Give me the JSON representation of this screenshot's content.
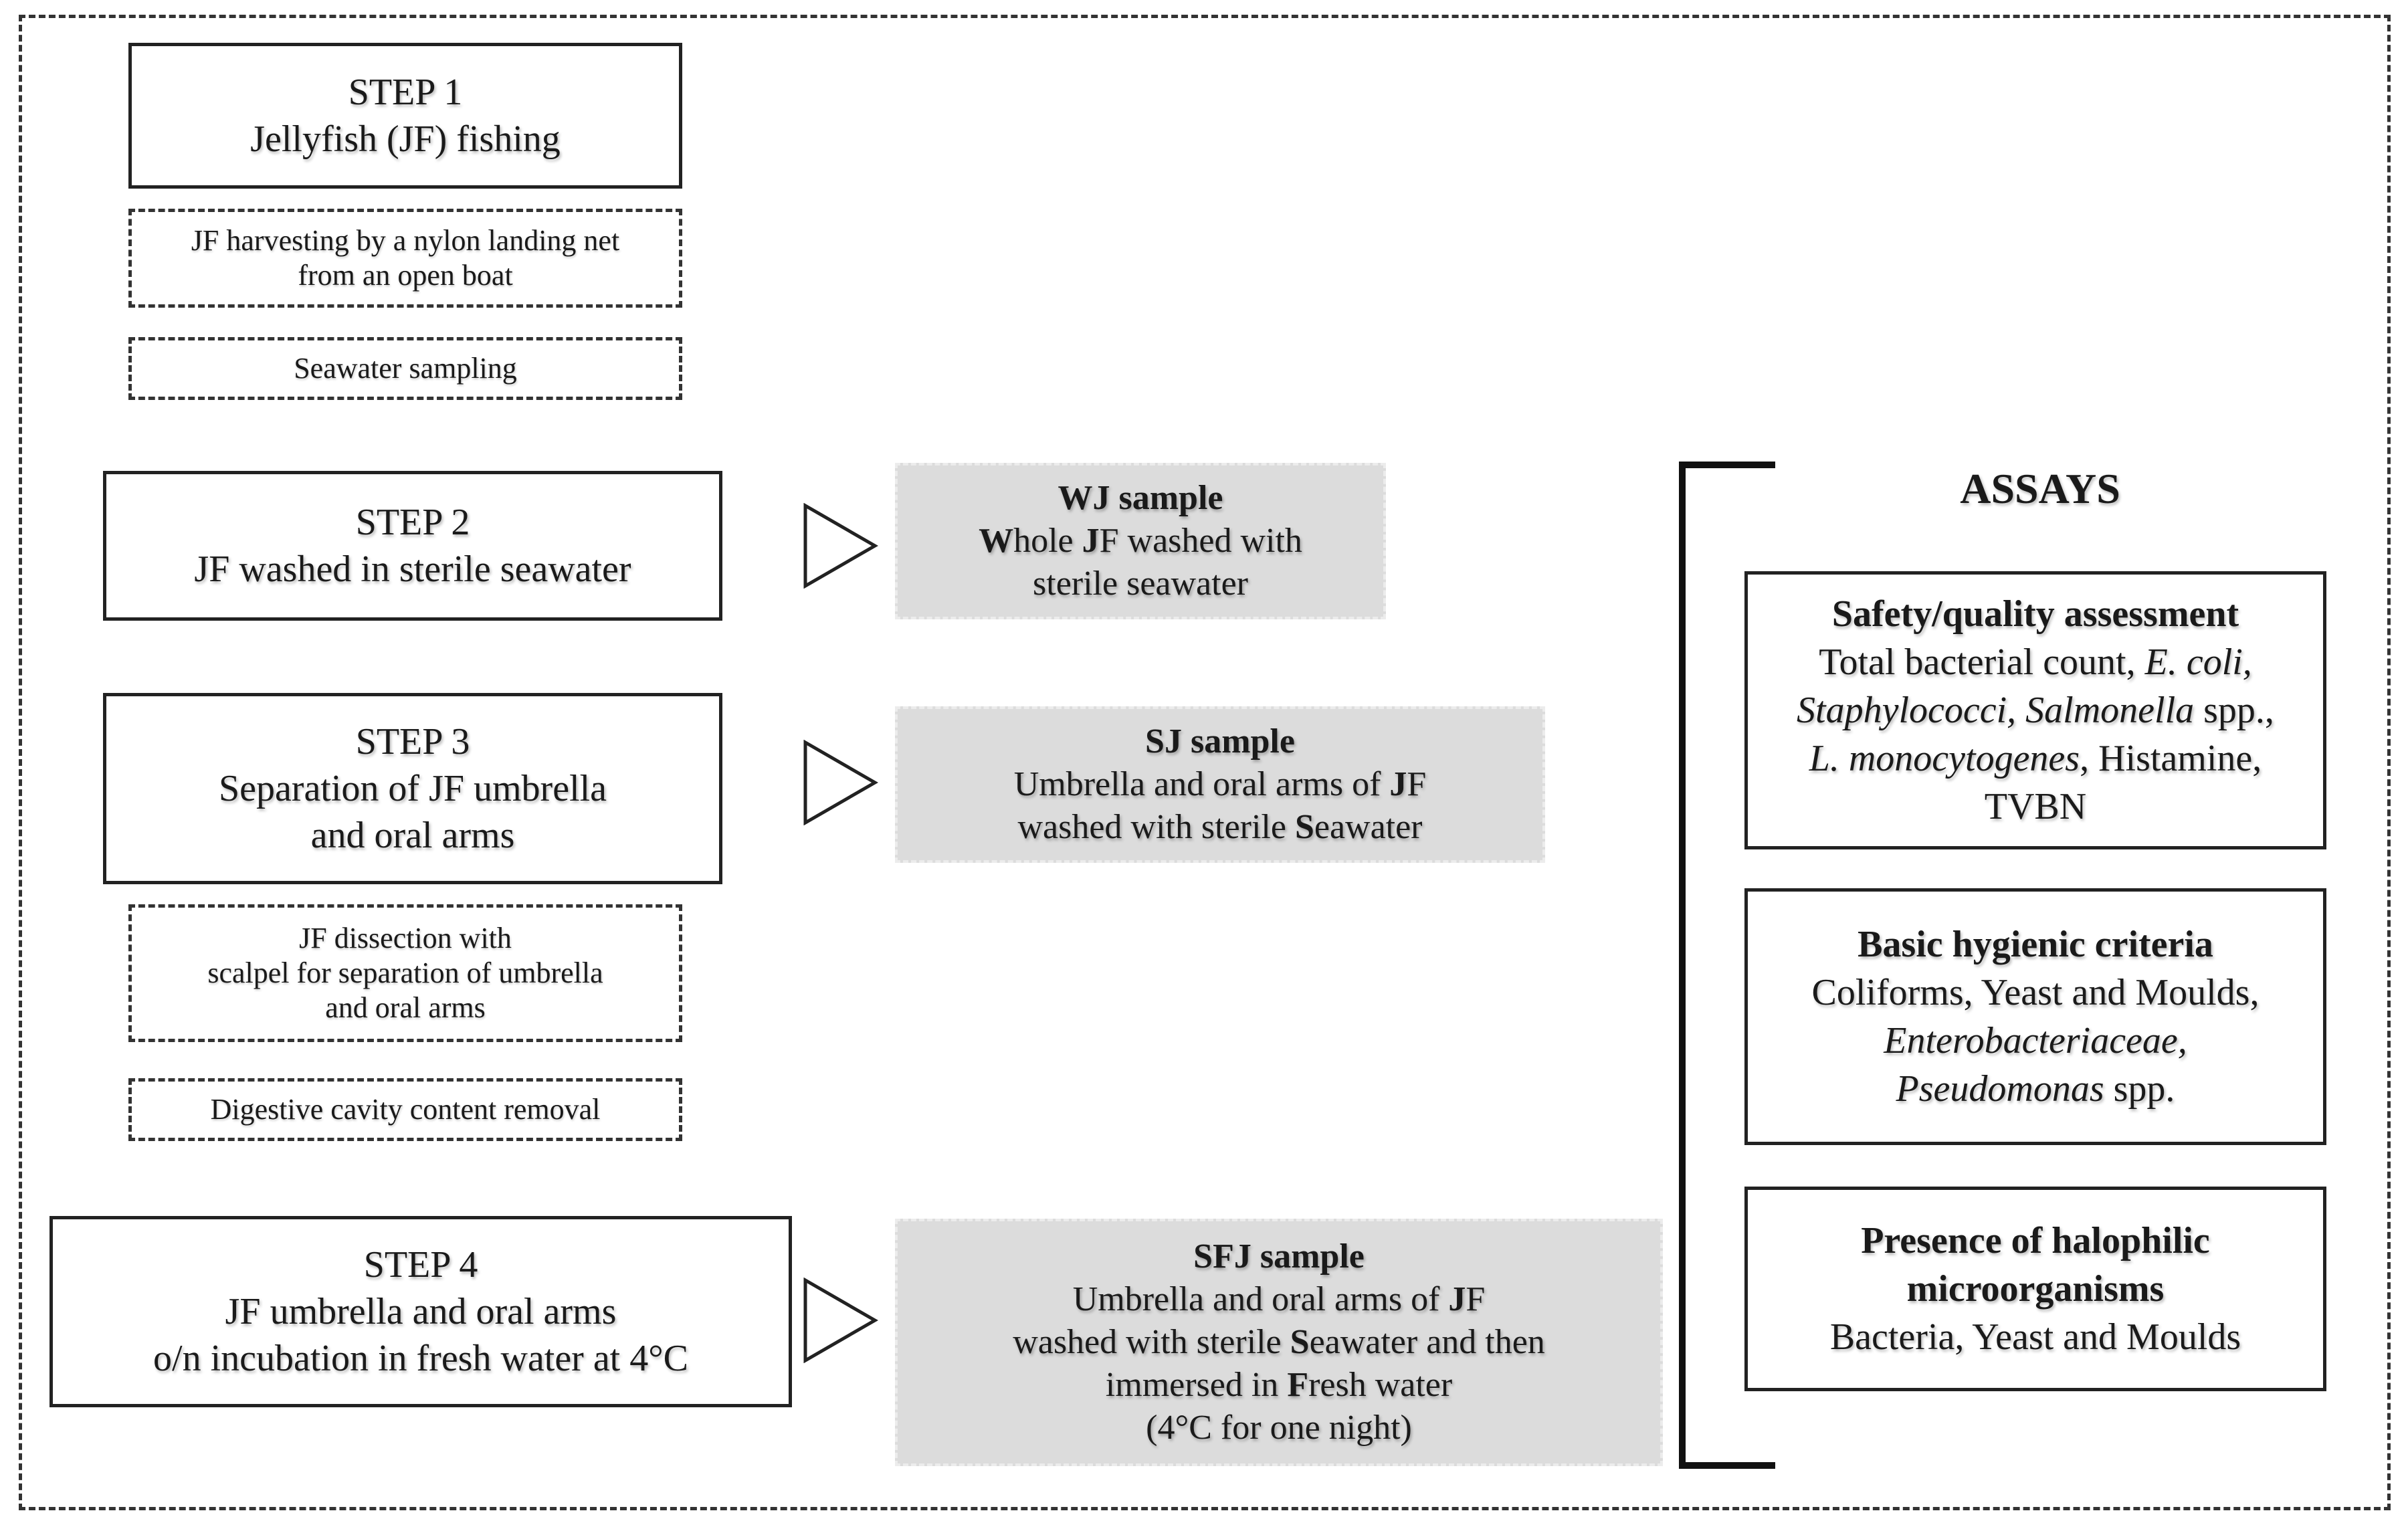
{
  "step1": {
    "title": "STEP 1",
    "desc": "Jellyfish (JF) fishing",
    "note1": [
      "JF harvesting by a nylon landing net",
      "from an open boat"
    ],
    "note2": "Seawater sampling"
  },
  "step2": {
    "title": "STEP 2",
    "desc": "JF washed in sterile seawater"
  },
  "step3": {
    "title": "STEP 3",
    "desc": [
      "Separation of JF umbrella",
      "and oral arms"
    ],
    "note1": [
      "JF dissection with",
      "scalpel for separation of umbrella",
      "and oral arms"
    ],
    "note2": "Digestive cavity content removal"
  },
  "step4": {
    "title": "STEP 4",
    "desc": [
      "JF umbrella and oral arms",
      "o/n incubation in fresh water at 4°C"
    ]
  },
  "samples": {
    "wj": {
      "title": "WJ sample",
      "l1_bold1": "W",
      "l1_rest1": "hole ",
      "l1_bold2": "J",
      "l1_rest2": "F washed with",
      "l2": "sterile seawater"
    },
    "sj": {
      "title": "SJ sample",
      "l1_pre": "Umbrella and oral arms of ",
      "l1_bold": "J",
      "l1_post": "F",
      "l2_pre": "washed with sterile ",
      "l2_bold": "S",
      "l2_post": "eawater"
    },
    "sfj": {
      "title": "SFJ sample",
      "l1_pre": "Umbrella and oral arms of ",
      "l1_bold": "J",
      "l1_post": "F",
      "l2_pre": "washed with sterile ",
      "l2_bold": "S",
      "l2_post": "eawater and then",
      "l3_pre": "immersed in ",
      "l3_bold": "F",
      "l3_post": "resh water",
      "l4": "(4°C for one night)"
    }
  },
  "assays": {
    "title": "ASSAYS",
    "safety": {
      "title": "Safety/quality assessment",
      "l1_pre": "Total bacterial count, ",
      "l1_it": "E. coli,",
      "l2_it1": "Staphylococci, ",
      "l2_it2": "Salmonella",
      "l2_post": " spp.,",
      "l3_it": "L. monocytogenes",
      "l3_post": ", Histamine,",
      "l4": "TVBN"
    },
    "hygienic": {
      "title": "Basic hygienic criteria",
      "l1": "Coliforms, Yeast and Moulds,",
      "l2_it": "Enterobacteriaceae,",
      "l3_it": "Pseudomonas",
      "l3_post": " spp."
    },
    "halophilic": {
      "title_l1": "Presence of halophilic",
      "title_l2": "microorganisms",
      "l1": "Bacteria, Yeast and Moulds"
    }
  }
}
